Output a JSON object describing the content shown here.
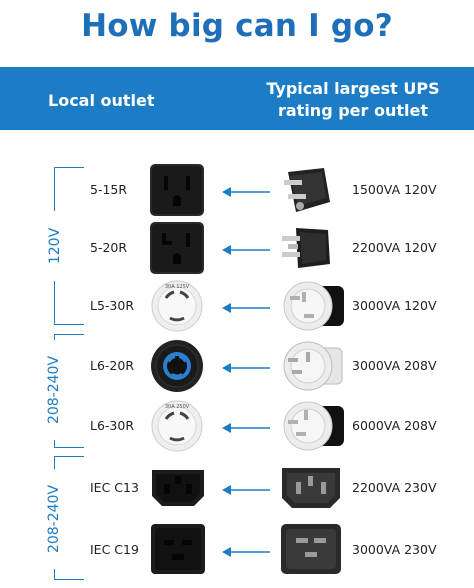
{
  "title": "How big can I go?",
  "header": {
    "left": "Local outlet",
    "right_line1": "Typical largest UPS",
    "right_line2": "rating per outlet"
  },
  "groups": [
    "120V",
    "208-240V",
    "208-240V"
  ],
  "rows": [
    {
      "outlet": "5-15R",
      "rating": "1500VA 120V"
    },
    {
      "outlet": "5-20R",
      "rating": "2200VA 120V"
    },
    {
      "outlet": "L5-30R",
      "rating": "3000VA 120V"
    },
    {
      "outlet": "L6-20R",
      "rating": "3000VA 208V"
    },
    {
      "outlet": "L6-30R",
      "rating": "6000VA 208V"
    },
    {
      "outlet": "IEC C13",
      "rating": "2200VA 230V"
    },
    {
      "outlet": "IEC C19",
      "rating": "3000VA 230V"
    }
  ],
  "colors": {
    "accent": "#1d7cc6",
    "title": "#1f6fb8"
  }
}
